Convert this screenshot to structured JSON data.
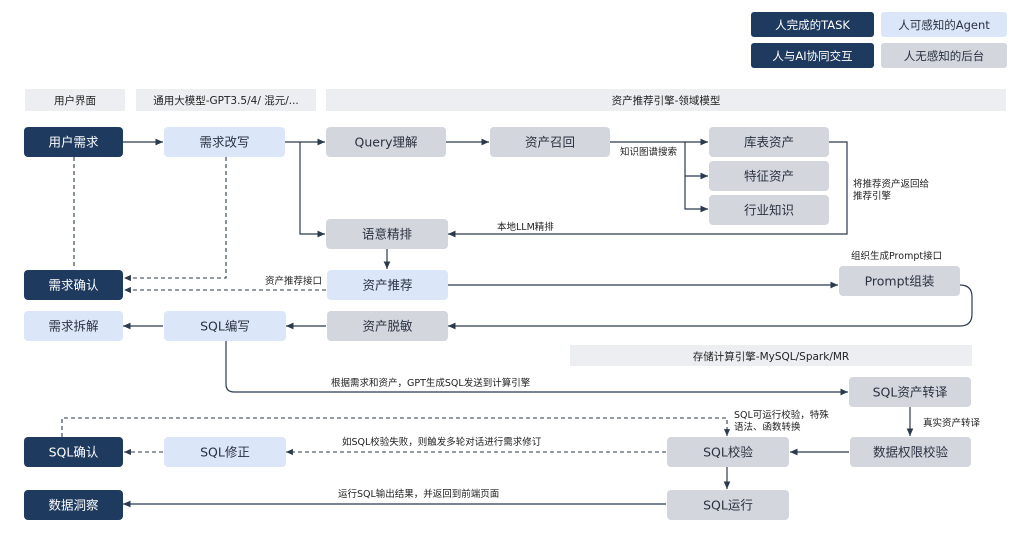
{
  "colors": {
    "human_task": "#1f3a5f",
    "agent": "#dbe7f8",
    "backend": "#d3d6dc",
    "band": "#eceef1",
    "line": "#2b3a4d",
    "text_dark": "#ffffff",
    "text_light": "#2a3140"
  },
  "legend": [
    {
      "id": "legend-human-task",
      "label": "人完成的TASK",
      "kind": "human_task"
    },
    {
      "id": "legend-agent",
      "label": "人可感知的Agent",
      "kind": "agent"
    },
    {
      "id": "legend-human-ai",
      "label": "人与AI协同交互",
      "kind": "human_task"
    },
    {
      "id": "legend-backend",
      "label": "人无感知的后台",
      "kind": "backend"
    }
  ],
  "bands": {
    "user_ui": "用户界面",
    "llm": "通用大模型-GPT3.5/4/ 混元/...",
    "asset_engine": "资产推荐引擎-领域模型",
    "compute_engine": "存储计算引擎-MySQL/Spark/MR"
  },
  "nodes": {
    "user_need": "用户需求",
    "need_rewrite": "需求改写",
    "query_understand": "Query理解",
    "asset_recall": "资产召回",
    "table_asset": "库表资产",
    "feature_asset": "特征资产",
    "industry_knowledge": "行业知识",
    "semantic_rank": "语意精排",
    "need_confirm": "需求确认",
    "asset_recommend": "资产推荐",
    "prompt_assembly": "Prompt组装",
    "need_split": "需求拆解",
    "sql_write": "SQL编写",
    "asset_desensitize": "资产脱敏",
    "sql_translate": "SQL资产转译",
    "data_permission": "数据权限校验",
    "sql_confirm": "SQL确认",
    "sql_fix": "SQL修正",
    "sql_check": "SQL校验",
    "sql_run": "SQL运行",
    "data_insight": "数据洞察"
  },
  "labels": {
    "kg_search": "知识图谱搜索",
    "return_assets": [
      "将推荐资产返回给",
      "推荐引擎"
    ],
    "local_llm": "本地LLM精排",
    "asset_api": "资产推荐接口",
    "prompt_api": "组织生成Prompt接口",
    "gpt_generate": "根据需求和资产，GPT生成SQL发送到计算引擎",
    "real_translate": "真实资产转译",
    "runnable_check": [
      "SQL可运行校验，特殊",
      "语法、函数转换"
    ],
    "multi_round": "如SQL校验失败，则触发多轮对话进行需求修订",
    "run_output": "运行SQL输出结果，并返回到前端页面"
  }
}
